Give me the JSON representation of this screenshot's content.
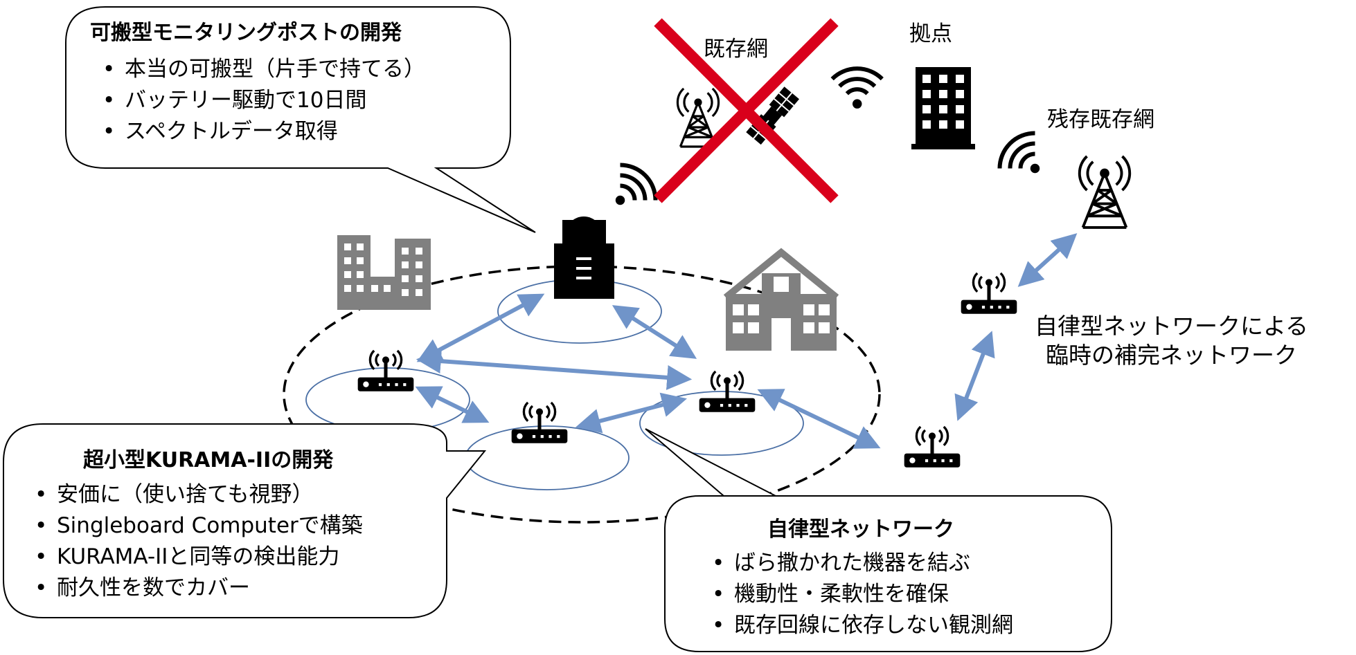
{
  "callouts": {
    "portable": {
      "title": "可搬型モニタリングポストの開発",
      "items": [
        "本当の可搬型（片手で持てる）",
        "バッテリー駆動で10日間",
        "スペクトルデータ取得"
      ]
    },
    "kurama": {
      "title": "超小型KURAMA-IIの開発",
      "items": [
        "安価に（使い捨ても視野）",
        "Singleboard Computerで構築",
        "KURAMA-IIと同等の検出能力",
        "耐久性を数でカバー"
      ]
    },
    "network": {
      "title": "自律型ネットワーク",
      "items": [
        "ばら撒かれた機器を結ぶ",
        "機動性・柔軟性を確保",
        "既存回線に依存しない観測網"
      ]
    }
  },
  "labels": {
    "existing_network": "既存網",
    "base": "拠点",
    "remaining_network": "残存既存網",
    "temp_network_line1": "自律型ネットワークによる",
    "temp_network_line2": "臨時の補完ネットワーク"
  },
  "icons": [
    "router-icon",
    "antenna-tower-icon",
    "satellite-icon",
    "wifi-signal-icon",
    "office-building-icon",
    "school-building-icon",
    "monitoring-post-icon",
    "cross-mark-icon"
  ],
  "colors": {
    "arrow": "#7094c9",
    "coverage_ellipse": "#4a6fa5",
    "cross": "#d9001b",
    "building": "#808080"
  }
}
